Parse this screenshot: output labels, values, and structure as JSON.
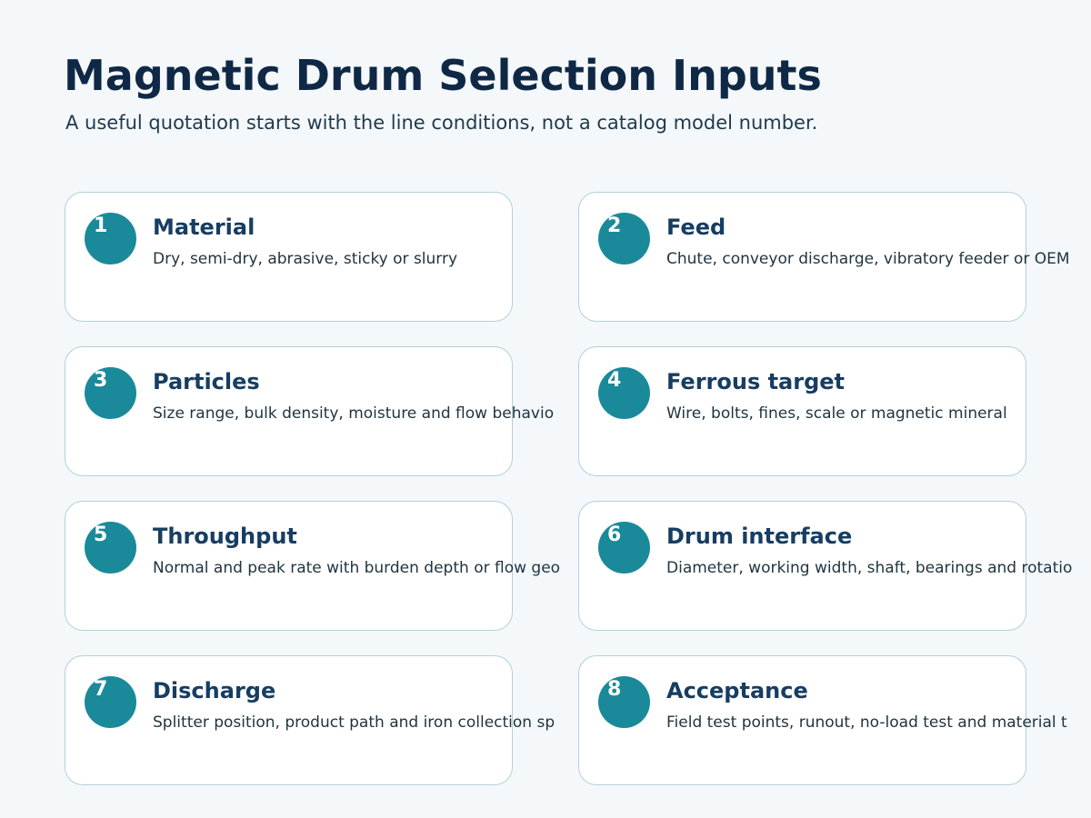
{
  "header": {
    "title": "Magnetic Drum Selection Inputs",
    "subtitle": "A useful quotation starts with the line conditions, not a catalog model number."
  },
  "colors": {
    "background": "#f4f8fb",
    "title": "#0f2846",
    "card_title": "#173d62",
    "badge": "#1a8a9a",
    "card_border": "#b3d0d8"
  },
  "cards": [
    {
      "number": "1",
      "title": "Material",
      "description": "Dry, semi-dry, abrasive, sticky or slurry"
    },
    {
      "number": "2",
      "title": "Feed",
      "description": "Chute, conveyor discharge, vibratory feeder or OEM"
    },
    {
      "number": "3",
      "title": "Particles",
      "description": "Size range, bulk density, moisture and flow behavio"
    },
    {
      "number": "4",
      "title": "Ferrous target",
      "description": "Wire, bolts, fines, scale or magnetic mineral"
    },
    {
      "number": "5",
      "title": "Throughput",
      "description": "Normal and peak rate with burden depth or flow geo"
    },
    {
      "number": "6",
      "title": "Drum interface",
      "description": "Diameter, working width, shaft, bearings and rotatio"
    },
    {
      "number": "7",
      "title": "Discharge",
      "description": "Splitter position, product path and iron collection sp"
    },
    {
      "number": "8",
      "title": "Acceptance",
      "description": "Field test points, runout, no-load test and material t"
    }
  ]
}
